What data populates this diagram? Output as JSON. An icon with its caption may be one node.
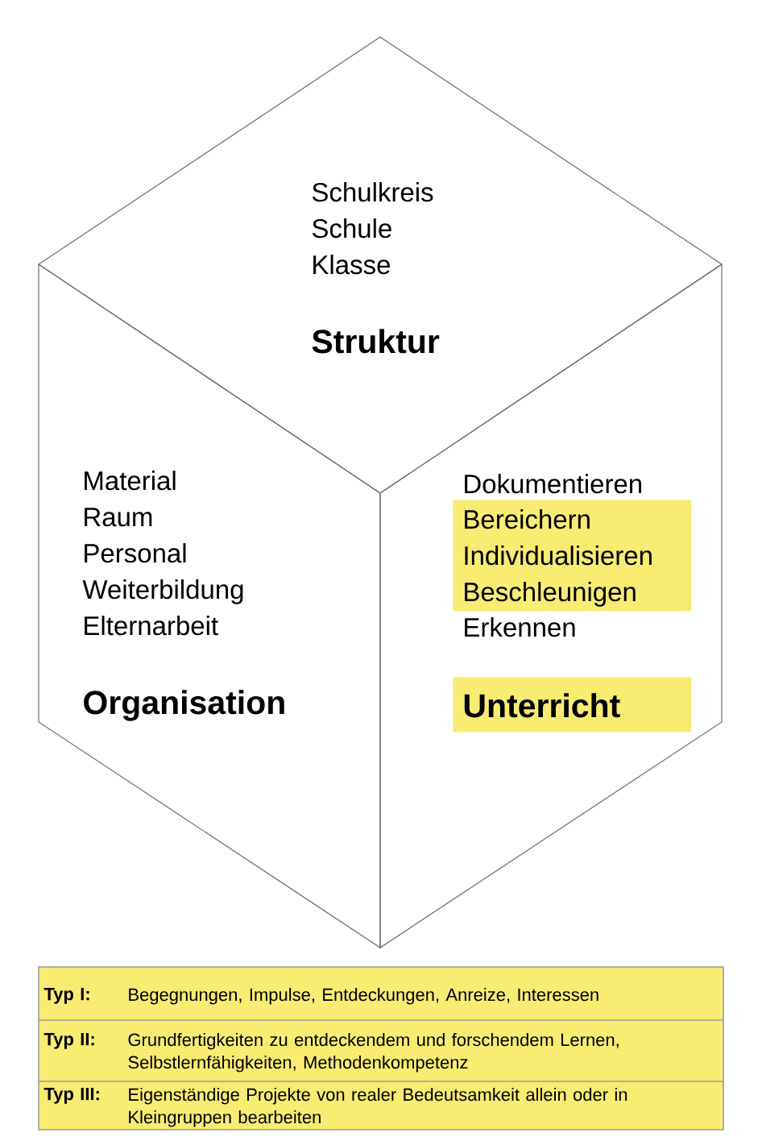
{
  "diagram": {
    "nodes": [
      {
        "text": [
          "Schulkreis",
          "Schule",
          "Klasse",
          "Struktur"
        ]
      },
      {
        "text": [
          "Material",
          "Raum",
          "Personal",
          "Weiterbildung",
          "Elternarbeit",
          "Organisation"
        ]
      },
      {
        "text": [
          "Dokumentieren",
          "Erkennen"
        ]
      },
      {
        "text": [
          "Bereichern",
          "Individualisieren",
          "Beschleunigen"
        ],
        "in": 2
      },
      {
        "text": [
          "Unterricht"
        ],
        "in": 2
      }
    ],
    "labels": [
      "Typ I:",
      "Begegnungen, Impulse, Entdeckungen, Anreize, Interessen",
      "Typ II:",
      "Grundfertigkeiten zu entdeckendem und forschendem Lernen, Selbstlernfähigkeiten, Methodenkompetenz",
      "Typ III:",
      "Eigenständige Projekte von realer Bedeutsamkeit allein oder in Kleingruppen bearbeiten"
    ]
  }
}
